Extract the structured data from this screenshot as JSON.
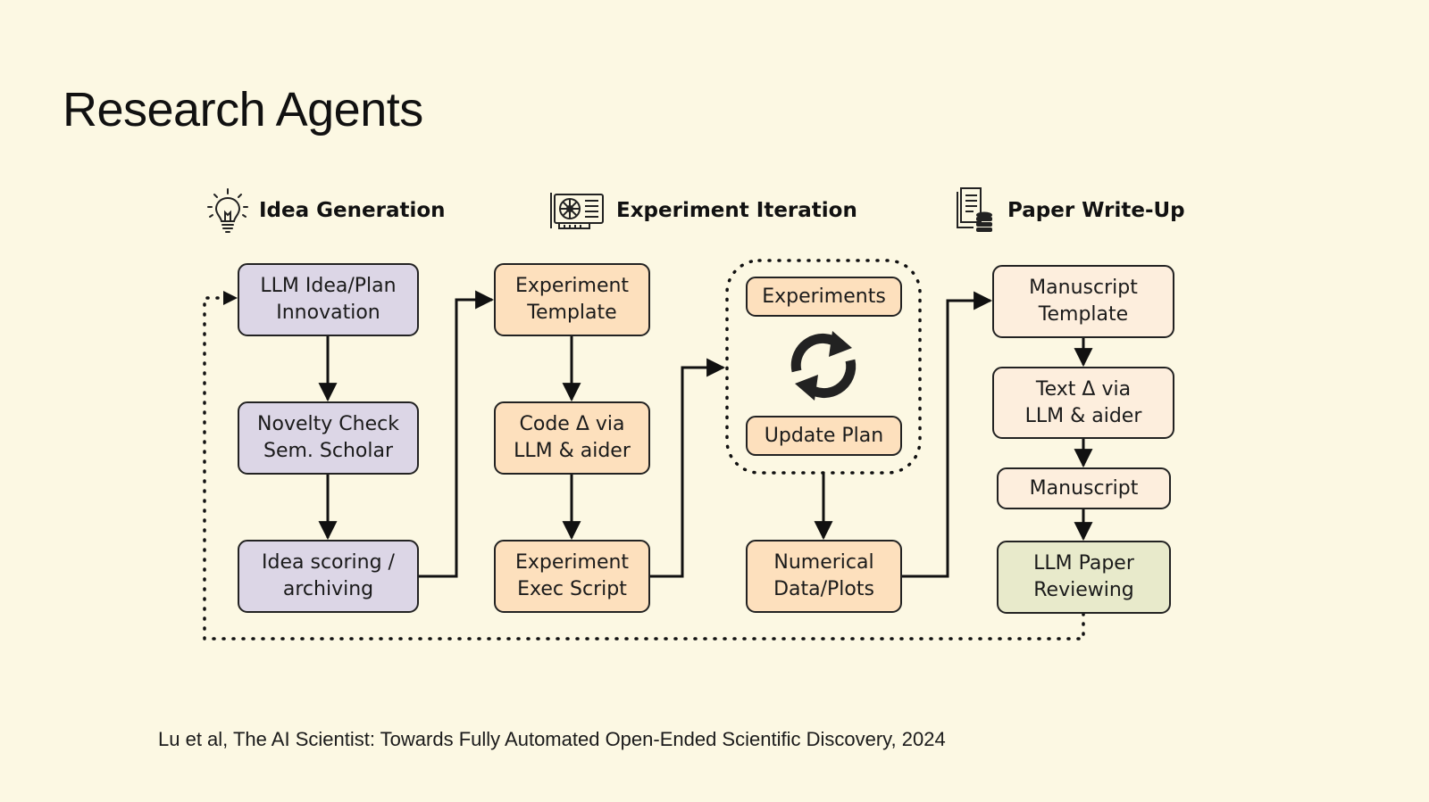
{
  "slide": {
    "title": "Research Agents",
    "citation": "Lu et al, The AI Scientist: Towards Fully Automated Open-Ended Scientific Discovery, 2024"
  },
  "stages": {
    "idea": {
      "label": "Idea Generation",
      "icon": "lightbulb-icon"
    },
    "experiment": {
      "label": "Experiment Iteration",
      "icon": "gpu-card-icon"
    },
    "paper": {
      "label": "Paper Write-Up",
      "icon": "document-database-icon"
    }
  },
  "nodes": {
    "llm_idea": "LLM Idea/Plan\nInnovation",
    "novelty_check": "Novelty Check\nSem. Scholar",
    "idea_scoring": "Idea scoring /\narchiving",
    "experiment_template": "Experiment\nTemplate",
    "code_delta": "Code Δ via\nLLM & aider",
    "experiment_exec": "Experiment\nExec Script",
    "experiments": "Experiments",
    "update_plan": "Update Plan",
    "numerical_data": "Numerical\nData/Plots",
    "manuscript_template": "Manuscript\nTemplate",
    "text_delta": "Text Δ via\nLLM & aider",
    "manuscript": "Manuscript",
    "llm_review": "LLM Paper\nReviewing"
  },
  "colors": {
    "background": "#fcf8e3",
    "idea_boxes": "#dcd6e6",
    "experiment_boxes": "#fde0bd",
    "paper_boxes": "#fdeedd",
    "review_box": "#e8eacb",
    "stroke": "#222222"
  }
}
